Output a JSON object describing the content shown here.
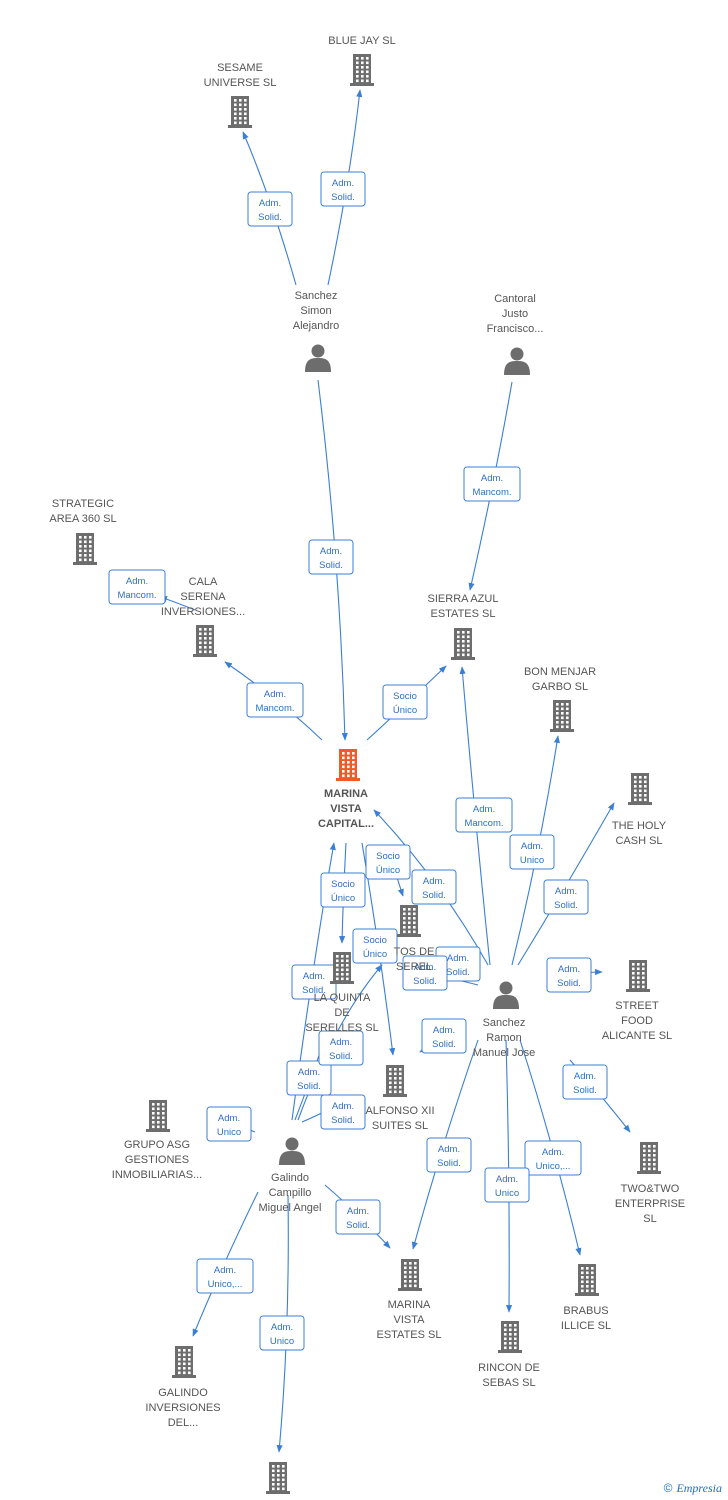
{
  "colors": {
    "edge": "#3b7fd4",
    "building": "#6d6d6d",
    "main_building": "#f05a28",
    "person": "#6d6d6d"
  },
  "nodes": [
    {
      "id": "marina_vista_capital",
      "type": "company",
      "main": true,
      "label": [
        "MARINA",
        "VISTA",
        "CAPITAL..."
      ]
    },
    {
      "id": "blue_jay",
      "type": "company",
      "label": [
        "BLUE JAY  SL"
      ]
    },
    {
      "id": "sesame_universe",
      "type": "company",
      "label": [
        "SESAME",
        "UNIVERSE  SL"
      ]
    },
    {
      "id": "sanchez_simon",
      "type": "person",
      "label": [
        "Sanchez",
        "Simon",
        "Alejandro"
      ]
    },
    {
      "id": "cantoral",
      "type": "person",
      "label": [
        "Cantoral",
        "Justo",
        "Francisco..."
      ]
    },
    {
      "id": "strategic_area",
      "type": "company",
      "label": [
        "STRATEGIC",
        "AREA 360  SL"
      ]
    },
    {
      "id": "cala_serena",
      "type": "company",
      "label": [
        "CALA",
        "SERENA",
        "INVERSIONES..."
      ]
    },
    {
      "id": "sierra_azul",
      "type": "company",
      "label": [
        "SIERRA AZUL",
        "ESTATES  SL"
      ]
    },
    {
      "id": "bon_menjar",
      "type": "company",
      "label": [
        "BON MENJAR",
        "GARBO  SL"
      ]
    },
    {
      "id": "holy_cash",
      "type": "company",
      "label": [
        "THE HOLY",
        "CASH  SL"
      ]
    },
    {
      "id": "tos_de_serel",
      "type": "company",
      "label": [
        "TOS DE",
        "SEREL"
      ]
    },
    {
      "id": "la_quinta",
      "type": "company",
      "label": [
        "LA QUINTA",
        "DE",
        "SERELLES  SL"
      ]
    },
    {
      "id": "street_food",
      "type": "company",
      "label": [
        "STREET",
        "FOOD",
        "ALICANTE  SL"
      ]
    },
    {
      "id": "sanchez_ramon",
      "type": "person",
      "label": [
        "Sanchez",
        "Ramon",
        "Manuel Jose"
      ]
    },
    {
      "id": "alfonso_xii",
      "type": "company",
      "label": [
        "ALFONSO XII",
        "SUITES  SL"
      ]
    },
    {
      "id": "grupo_asg",
      "type": "company",
      "label": [
        "GRUPO ASG",
        "GESTIONES",
        "INMOBILIARIAS..."
      ]
    },
    {
      "id": "galindo_campillo",
      "type": "person",
      "label": [
        "Galindo",
        "Campillo",
        "Miguel Angel"
      ]
    },
    {
      "id": "two_two",
      "type": "company",
      "label": [
        "TWO&TWO",
        "ENTERPRISE",
        "SL"
      ]
    },
    {
      "id": "marina_vista_estates",
      "type": "company",
      "label": [
        "MARINA",
        "VISTA",
        "ESTATES  SL"
      ]
    },
    {
      "id": "brabus_illice",
      "type": "company",
      "label": [
        "BRABUS",
        "ILLICE  SL"
      ]
    },
    {
      "id": "rincon_sebas",
      "type": "company",
      "label": [
        "RINCON DE",
        "SEBAS  SL"
      ]
    },
    {
      "id": "galindo_inversiones",
      "type": "company",
      "label": [
        "GALINDO",
        "INVERSIONES",
        "DEL..."
      ]
    },
    {
      "id": "bottom_company",
      "type": "company",
      "label": []
    }
  ],
  "edges": [
    {
      "from": "sanchez_simon",
      "to": "sesame_universe",
      "label": [
        "Adm.",
        "Solid."
      ]
    },
    {
      "from": "sanchez_simon",
      "to": "blue_jay",
      "label": [
        "Adm.",
        "Solid."
      ]
    },
    {
      "from": "sanchez_simon",
      "to": "marina_vista_capital",
      "label": [
        "Adm.",
        "Solid."
      ]
    },
    {
      "from": "cantoral",
      "to": "sierra_azul",
      "label": [
        "Adm.",
        "Mancom."
      ]
    },
    {
      "from": "cala_serena",
      "to": "strategic_area",
      "label": [
        "Adm.",
        "Mancom."
      ]
    },
    {
      "from": "marina_vista_capital",
      "to": "cala_serena",
      "label": [
        "Adm.",
        "Mancom."
      ]
    },
    {
      "from": "marina_vista_capital",
      "to": "sierra_azul",
      "label": [
        "Socio",
        "Único"
      ]
    },
    {
      "from": "sanchez_ramon",
      "to": "sierra_azul",
      "label": [
        "Adm.",
        "Mancom."
      ]
    },
    {
      "from": "sanchez_ramon",
      "to": "bon_menjar",
      "label": [
        "Adm.",
        "Unico"
      ]
    },
    {
      "from": "sanchez_ramon",
      "to": "holy_cash",
      "label": [
        "Adm.",
        "Solid."
      ]
    },
    {
      "from": "sanchez_ramon",
      "to": "street_food",
      "label": [
        "Adm.",
        "Solid."
      ]
    },
    {
      "from": "sanchez_ramon",
      "to": "marina_vista_capital",
      "label": [
        "Adm.",
        "Solid."
      ]
    },
    {
      "from": "marina_vista_capital",
      "to": "tos_de_serel",
      "label": [
        "Socio",
        "Único"
      ]
    },
    {
      "from": "marina_vista_capital",
      "to": "la_quinta",
      "label": [
        "Socio",
        "Único"
      ]
    },
    {
      "from": "sanchez_ramon",
      "to": "tos_de_serel",
      "label": [
        "Adm.",
        "Solid."
      ]
    },
    {
      "from": "sanchez_ramon",
      "to": "la_quinta",
      "label": [
        "Adm.",
        "Solid."
      ]
    },
    {
      "from": "marina_vista_capital",
      "to": "alfonso_xii",
      "label": [
        "Socio",
        "Único"
      ]
    },
    {
      "from": "sanchez_ramon",
      "to": "alfonso_xii",
      "label": [
        "Adm.",
        "Solid."
      ]
    },
    {
      "from": "galindo_campillo",
      "to": "marina_vista_capital",
      "label": [
        "Adm.",
        "Solid."
      ]
    },
    {
      "from": "galindo_campillo",
      "to": "la_quinta",
      "label": [
        "Adm.",
        "Solid."
      ]
    },
    {
      "from": "galindo_campillo",
      "to": "tos_de_serel",
      "label": [
        "Adm.",
        "Solid."
      ]
    },
    {
      "from": "galindo_campillo",
      "to": "alfonso_xii",
      "label": [
        "Adm.",
        "Solid."
      ]
    },
    {
      "from": "galindo_campillo",
      "to": "grupo_asg",
      "label": [
        "Adm.",
        "Unico"
      ]
    },
    {
      "from": "sanchez_ramon",
      "to": "two_two",
      "label": [
        "Adm.",
        "Solid."
      ]
    },
    {
      "from": "sanchez_ramon",
      "to": "marina_vista_estates",
      "label": [
        "Adm.",
        "Solid."
      ]
    },
    {
      "from": "sanchez_ramon",
      "to": "brabus_illice",
      "label": [
        "Adm.",
        "Unico,..."
      ]
    },
    {
      "from": "sanchez_ramon",
      "to": "rincon_sebas",
      "label": [
        "Adm.",
        "Unico"
      ]
    },
    {
      "from": "galindo_campillo",
      "to": "marina_vista_estates",
      "label": [
        "Adm.",
        "Solid."
      ]
    },
    {
      "from": "galindo_campillo",
      "to": "galindo_inversiones",
      "label": [
        "Adm.",
        "Unico,..."
      ]
    },
    {
      "from": "galindo_campillo",
      "to": "bottom_company",
      "label": [
        "Adm.",
        "Unico"
      ]
    }
  ],
  "footer": {
    "symbol": "©",
    "brand": "Empresia"
  }
}
